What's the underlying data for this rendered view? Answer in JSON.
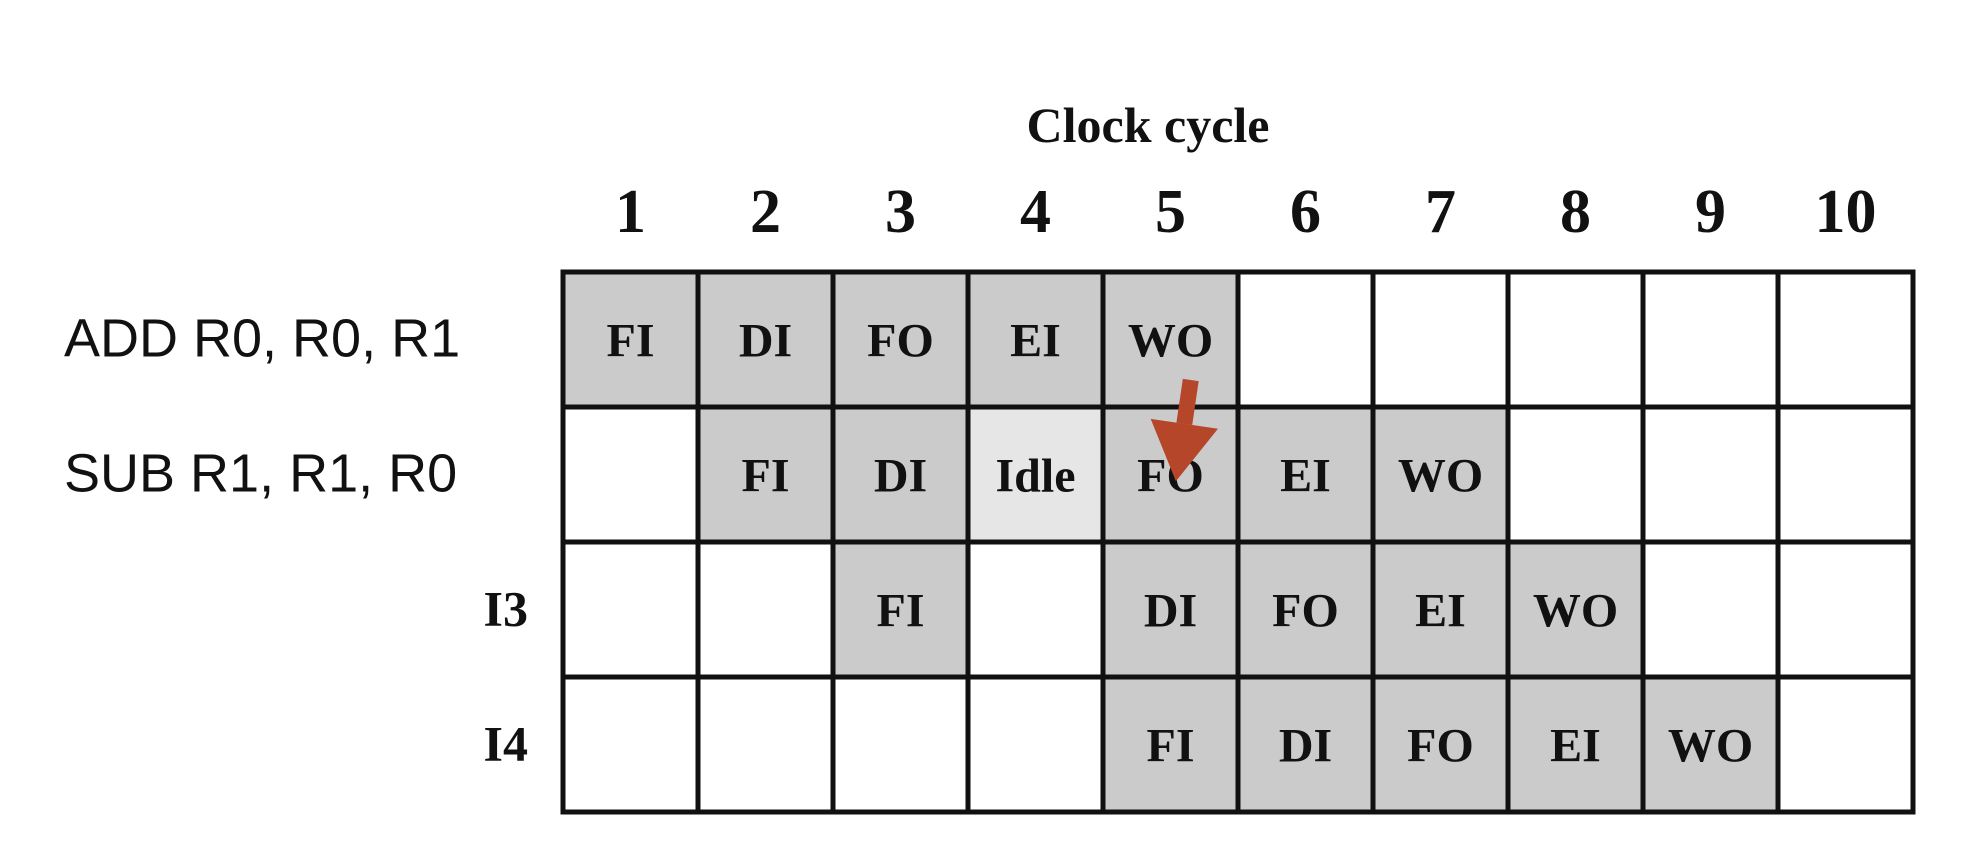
{
  "diagram": {
    "title": "Clock cycle",
    "cycles": [
      "1",
      "2",
      "3",
      "4",
      "5",
      "6",
      "7",
      "8",
      "9",
      "10"
    ],
    "instructions": [
      {
        "label": "ADD R0, R0, R1",
        "label_style": "sans",
        "stages": [
          "FI",
          "DI",
          "FO",
          "EI",
          "WO",
          "",
          "",
          "",
          "",
          ""
        ]
      },
      {
        "label": "SUB R1, R1, R0",
        "label_style": "sans",
        "stages": [
          "",
          "FI",
          "DI",
          "Idle",
          "FO",
          "EI",
          "WO",
          "",
          "",
          ""
        ]
      },
      {
        "label": "I3",
        "label_style": "serif",
        "stages": [
          "",
          "",
          "FI",
          "",
          "DI",
          "FO",
          "EI",
          "WO",
          "",
          ""
        ]
      },
      {
        "label": "I4",
        "label_style": "serif",
        "stages": [
          "",
          "",
          "",
          "",
          "FI",
          "DI",
          "FO",
          "EI",
          "WO",
          ""
        ]
      }
    ],
    "dependency_arrow": {
      "from": {
        "row": 1,
        "col": 4
      },
      "to": {
        "row": 2,
        "col": 5
      }
    },
    "colors": {
      "stage_fill": "#cbcbcb",
      "idle_fill": "#e6e6e6",
      "grid_line": "#111111",
      "text": "#111111",
      "arrow": "#b5462a",
      "background": "#ffffff"
    }
  }
}
